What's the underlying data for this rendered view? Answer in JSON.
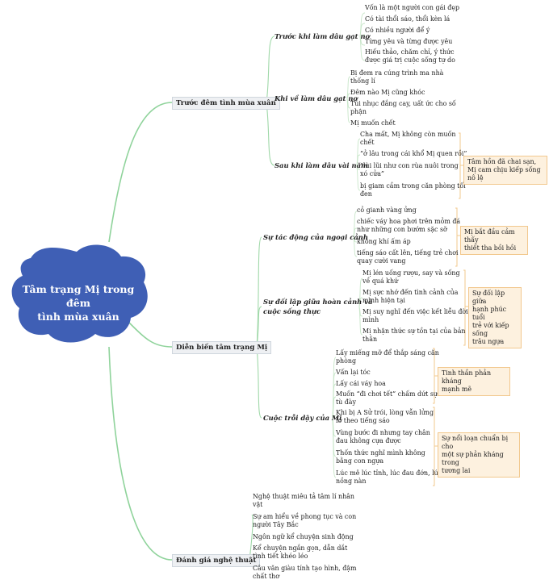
{
  "root": {
    "line1": "Tâm trạng Mị trong đêm",
    "line2": "tình mùa xuân"
  },
  "colors": {
    "root": "#3f5fb5",
    "branch_line": "#7fcf8f",
    "leaf_line": "#c8e6c9",
    "note_fill": "#fdf1df",
    "note_border": "#f2c88e",
    "bracket": "#f2c88e"
  },
  "branches": {
    "b1": "Trước đêm tình mùa xuân",
    "b2": "Diễn biến tâm trạng Mị",
    "b3": "Đánh giá nghệ thuật"
  },
  "subs": {
    "s1": "Trước khi làm dâu gạt nợ",
    "s2": "Khi về làm dâu gạt nợ",
    "s3": "Sau khi làm dâu vài năm",
    "s4": "Sự tác động của ngoại cảnh",
    "s5a": "Sự đối lập giữa hoàn cảnh và",
    "s5b": "cuộc sống thực",
    "s6": "Cuộc trỗi dậy của Mị"
  },
  "leaves": {
    "s1": [
      [
        "Vốn là một người con gái đẹp"
      ],
      [
        "Có tài thổi sáo, thổi kèn lá"
      ],
      [
        "Có nhiều người để ý"
      ],
      [
        "Từng yêu và từng được yêu"
      ],
      [
        "Hiếu thảo, chăm chỉ, ý thức",
        "được giá trị cuộc sống tự do"
      ]
    ],
    "s2": [
      [
        "Bị đem ra cúng trình ma nhà",
        "thống lí"
      ],
      [
        "Đêm nào Mị cũng khóc"
      ],
      [
        "Tủi nhục đắng cay, uất ức cho số",
        "phận"
      ],
      [
        "Mị muốn chết"
      ]
    ],
    "s3": [
      [
        "Cha mất, Mị không còn muốn",
        "chết"
      ],
      [
        "“ở lâu trong cái khổ Mị quen rồi”"
      ],
      [
        "“lùi lũi như con rùa nuôi trong",
        "xó cửa”"
      ],
      [
        "bị giam cầm trong căn phòng tối",
        "đen"
      ]
    ],
    "s4": [
      [
        "cỏ gianh vàng ửng"
      ],
      [
        "chiếc váy hoa phơi trên mỏm đá",
        "như những con bướm sặc sỡ"
      ],
      [
        "không khí ấm áp"
      ],
      [
        "tiếng sáo cất lên, tiếng trẻ chơi",
        "quay cười vang"
      ]
    ],
    "s5": [
      [
        "Mị lén uống rượu, say và sống",
        "về quá khứ"
      ],
      [
        "Mị sực nhớ đến tình cảnh của",
        "mình hiện tại"
      ],
      [
        "Mị suy nghĩ đến việc kết liễu đời",
        "mình"
      ],
      [
        "Mị nhận thức sự tồn tại của bản",
        "thân"
      ]
    ],
    "s6": [
      [
        "Lấy miếng mỡ để thắp sáng căn",
        "phòng"
      ],
      [
        "Vấn lại tóc"
      ],
      [
        "Lấy cái váy hoa"
      ],
      [
        "Muốn “đi chơi tết” chấm dứt sự",
        "tù đày"
      ],
      [
        "Khi bị A Sử trói, lòng vẫn lửng",
        "lơ theo tiếng sáo"
      ],
      [
        "Vùng bước đi nhưng tay chân",
        "đau không cựa được"
      ],
      [
        "Thốn thức nghĩ mình không",
        "bằng con ngựa"
      ],
      [
        "Lúc mê lúc tỉnh, lúc đau đớn, lúc",
        "nồng nàn"
      ]
    ],
    "b3": [
      [
        "Nghệ thuật miêu tả tâm lí nhân",
        "vật"
      ],
      [
        "Sự am hiểu về phong tục và con",
        "người Tây Bắc"
      ],
      [
        "Ngôn ngữ kể chuyện sinh động"
      ],
      [
        "Kể chuyện ngắn gọn, dẫn dắt",
        "tình tiết khéo léo"
      ],
      [
        "Câu văn giàu tính tạo hình, đậm",
        "chất thơ"
      ]
    ]
  },
  "notes": {
    "n1": [
      "Tâm hồn đã chai sạn,",
      "Mị cam chịu kiếp sống nô lệ"
    ],
    "n2": [
      "Mị bắt đầu cảm thấy",
      "thiết tha bồi hồi"
    ],
    "n3": [
      "Sự đối lập giữa",
      "hạnh phúc tuổi",
      "trẻ với kiếp sống",
      "trâu ngựa"
    ],
    "n4": [
      "Tinh thần phản kháng",
      "mạnh mẽ"
    ],
    "n5": [
      "Sự nổi loạn chuẩn bị cho",
      "một sự phản kháng trong",
      "tương lai"
    ]
  }
}
